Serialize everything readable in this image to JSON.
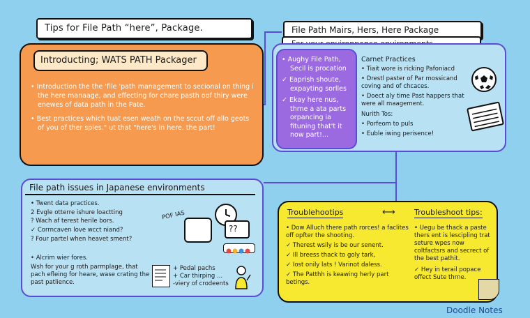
{
  "header": {
    "main_title": "Tips for File Path “here”, Package.",
    "right_title": "File Path Mairs, Hers, Here Package",
    "right_subtitle": "For your environpance environments."
  },
  "intro": {
    "heading": "Introducting; WATS PATH Packager",
    "paragraph_1": "• Introduction the the 'file 'path management to secional on thing i the here manaage, and effecting for chare pasth oof thiry were enewes of data path in the Pate.",
    "paragraph_2": "• Best practices which tuat esen weath on the sccut off allo geots of you of ther spies.\" ut that \"here's in here. the part!"
  },
  "purple": {
    "items": [
      "• Aughy File Path, Secil is procation",
      "✓ Eaprish shoute, expayting sorlles",
      "✓ Ekay here nus, thrne a ata parts orpancing ia fituning that't it now part!..."
    ]
  },
  "carnet": {
    "heading": "Carnet Practices",
    "items": [
      "• Tiait wore is ricking Pafoniacd",
      "• Drestl paster of Par mossicand coving and of chcaces.",
      "• Doect aly time Past happers that were all maagement."
    ],
    "tips_heading": "Nurith Tos:",
    "tips": [
      "• Porfeom to puls",
      "• Euble iwing perisence!"
    ]
  },
  "issues": {
    "heading": "File path issues in Japanese environments",
    "items": [
      "• Twent data practices.",
      "2 Evgle otterre ishure loactting",
      "? Wach af terest herile bors.",
      "✓ Corrncaven love wcct niand?",
      "? Four partel when heavet sment?"
    ],
    "extra_heading": "• Alcrim wier fores.",
    "extra_text": "Wsh for your g roth parmplage, that pach efleing for heare, wase crating the past patlience.",
    "pedal": [
      "+ Pedal pachs",
      "+ Car thirping ...",
      "-viery of crodeents"
    ],
    "sketch_label": "POF IAS",
    "qmark": "??"
  },
  "trouble": {
    "heading_left": "Troublehootips",
    "arrow": "⟷",
    "heading_right": "Troubleshoot tips:",
    "left_items": [
      "• Dow Alluch there path rorces! a faclites off opfter the shooting.",
      "✓ Therest wsily is be our senent.",
      "✓ Ill breess thack to goly tark,",
      "✓ Iost onily lats ! Varinot daless.",
      "✓ The Patthh is keawing herly part betings."
    ],
    "right_items": [
      "• Uegu be thack a paste thers ent is lescipling trat seture wpes now coltfactsrs and secrect of the best pathit.",
      "✓ Hey in terail popace offect Sute thrne."
    ]
  },
  "footer": {
    "brand": "Doodle Notes"
  },
  "colors": {
    "background": "#8fd0ee",
    "orange": "#f59a4e",
    "purple": "#9c6ae0",
    "yellow": "#f7e930",
    "connector": "#5b4bd6"
  }
}
